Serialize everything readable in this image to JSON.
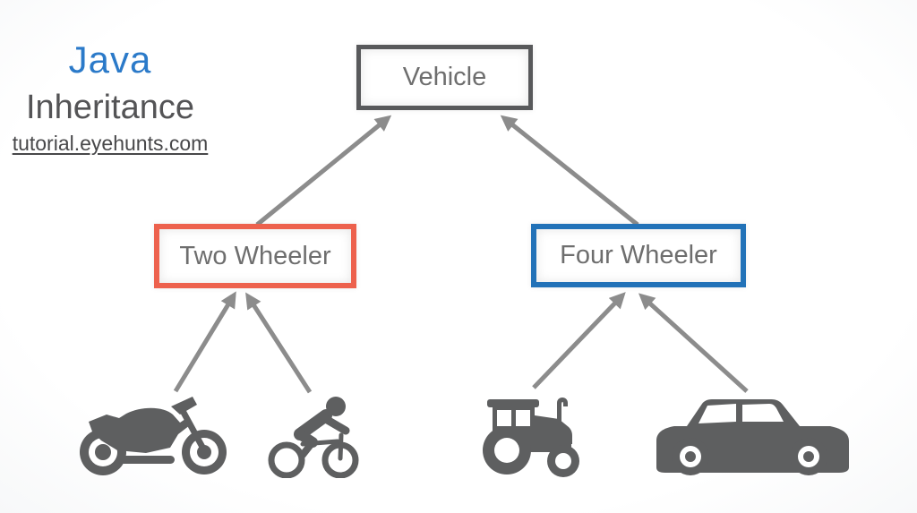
{
  "page": {
    "background": "#ffffff"
  },
  "header": {
    "title": "Java",
    "title_color": "#2b7ac9",
    "subtitle": "Inheritance",
    "subtitle_color": "#545456",
    "site": "tutorial.eyehunts.com",
    "site_color": "#48484a"
  },
  "diagram": {
    "arrow_color": "#8c8c8c",
    "icon_color": "#5e5f60",
    "label_color": "#6e6e6e",
    "nodes": [
      {
        "id": "vehicle",
        "label": "Vehicle",
        "border_color": "#58595b"
      },
      {
        "id": "two-wheeler",
        "label": "Two Wheeler",
        "border_color": "#ed614d"
      },
      {
        "id": "four-wheeler",
        "label": "Four Wheeler",
        "border_color": "#2272b8"
      }
    ],
    "edges": [
      {
        "from": "two-wheeler",
        "to": "vehicle"
      },
      {
        "from": "four-wheeler",
        "to": "vehicle"
      },
      {
        "from": "motorcycle",
        "to": "two-wheeler"
      },
      {
        "from": "bicycle",
        "to": "two-wheeler"
      },
      {
        "from": "tractor",
        "to": "four-wheeler"
      },
      {
        "from": "car",
        "to": "four-wheeler"
      }
    ],
    "icons": [
      {
        "name": "motorcycle-icon",
        "represents": "Motorcycle"
      },
      {
        "name": "bicycle-icon",
        "represents": "Bicycle"
      },
      {
        "name": "tractor-icon",
        "represents": "Tractor"
      },
      {
        "name": "car-icon",
        "represents": "Car"
      }
    ]
  }
}
